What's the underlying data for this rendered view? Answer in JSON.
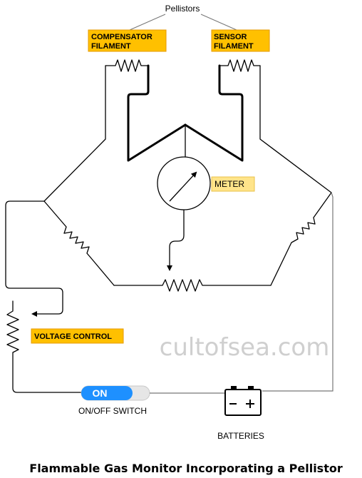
{
  "diagram": {
    "pellistors_label": "Pellistors",
    "compensator_label": [
      "COMPENSATOR",
      "FILAMENT"
    ],
    "sensor_label": [
      "SENSOR",
      "FILAMENT"
    ],
    "meter_label": "METER",
    "voltage_control_label": "VOLTAGE CONTROL",
    "switch_state": "ON",
    "switch_label": "ON/OFF SWITCH",
    "batteries_label": "BATTERIES",
    "watermark": "cultofsea.com",
    "title": "Flammable Gas Monitor Incorporating a Pellistor"
  },
  "colors": {
    "tag_fill": "#ffc000",
    "tag_fill_light": "#ffe48a",
    "switch_on": "#1e90ff",
    "switch_off": "#e6e6e6",
    "watermark": "#cfcfcf"
  },
  "icons": {
    "meter": "meter-gauge-icon",
    "battery": "battery-icon",
    "arrow": "arrow-icon"
  }
}
